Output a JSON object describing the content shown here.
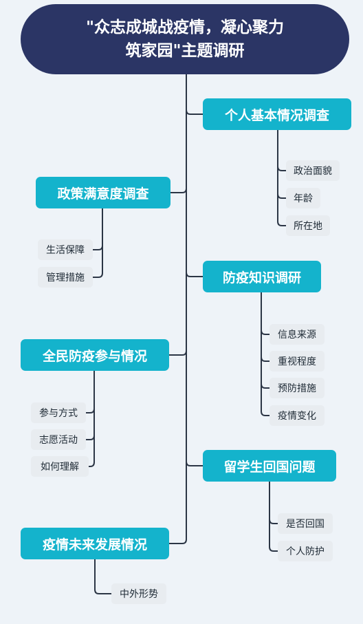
{
  "root": {
    "title_line1": "\"众志成城战疫情，凝心聚力",
    "title_line2": "筑家园\"主题调研"
  },
  "colors": {
    "background": "#eef3f8",
    "root_fill": "#2b3565",
    "topic_fill": "#14b3cc",
    "leaf_fill": "#e8ecf0",
    "connector": "#2b3545"
  },
  "topics": [
    {
      "label": "个人基本情况调查",
      "children": [
        "政治面貌",
        "年龄",
        "所在地"
      ]
    },
    {
      "label": "政策满意度调查",
      "children": [
        "生活保障",
        "管理措施"
      ]
    },
    {
      "label": "防疫知识调研",
      "children": [
        "信息来源",
        "重视程度",
        "预防措施",
        "疫情变化"
      ]
    },
    {
      "label": "全民防疫参与情况",
      "children": [
        "参与方式",
        "志愿活动",
        "如何理解"
      ]
    },
    {
      "label": "留学生回国问题",
      "children": [
        "是否回国",
        "个人防护"
      ]
    },
    {
      "label": "疫情未来发展情况",
      "children": [
        "中外形势"
      ]
    }
  ]
}
